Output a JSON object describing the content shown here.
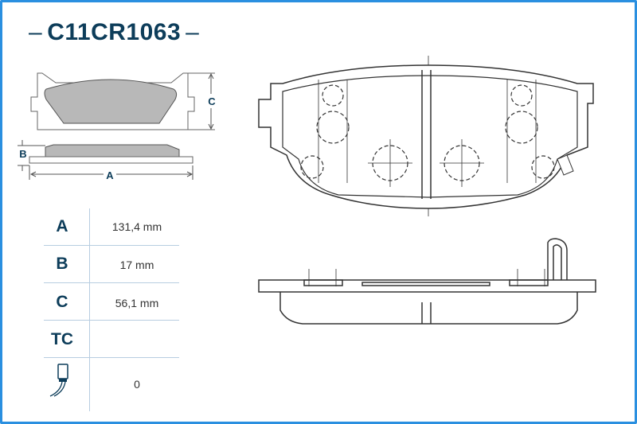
{
  "title": {
    "dash": "–",
    "code": "C11CR1063"
  },
  "diagram_labels": {
    "a": "A",
    "b": "B",
    "c": "C"
  },
  "specs": [
    {
      "label": "A",
      "value": "131,4 mm"
    },
    {
      "label": "B",
      "value": "17 mm"
    },
    {
      "label": "C",
      "value": "56,1 mm"
    },
    {
      "label": "TC",
      "value": ""
    },
    {
      "icon": "wear-sensor-icon",
      "value": "0"
    }
  ],
  "colors": {
    "title": "#0d3d5a",
    "frame": "#2a8fe0",
    "pad_fill": "#b8b8b8",
    "line": "#555555"
  }
}
